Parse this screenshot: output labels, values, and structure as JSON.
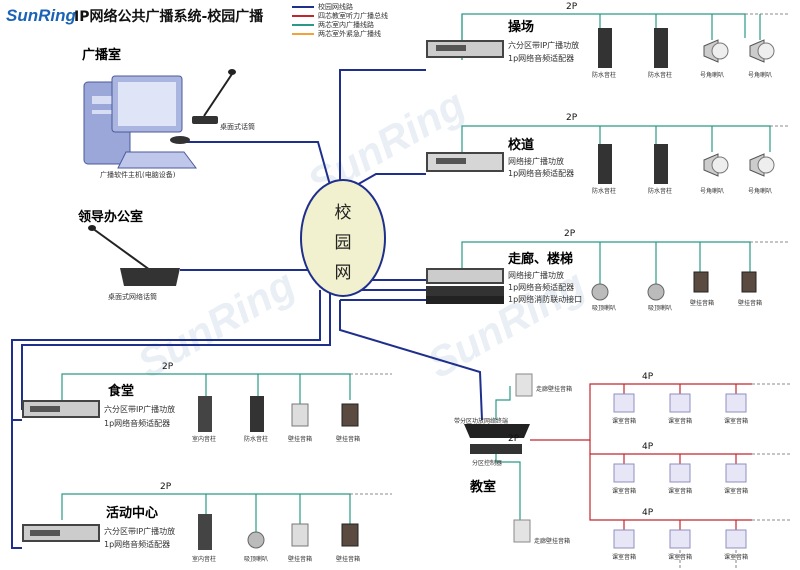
{
  "header": {
    "brand": "SunRing",
    "title": "IP网络公共广播系统-校园广播"
  },
  "legend": [
    {
      "label": "校园网线路",
      "color": "#1f2f8c"
    },
    {
      "label": "四芯教室听力广播总线",
      "color": "#c0272d"
    },
    {
      "label": "两芯室内广播线路",
      "color": "#2a9a86"
    },
    {
      "label": "两芯室外紧急广播线",
      "color": "#f2a23a"
    }
  ],
  "watermark": "SunRing",
  "network": {
    "label_chars": [
      "校",
      "园",
      "网"
    ]
  },
  "wire_labels": {
    "two_p": "2P",
    "four_p": "4P"
  },
  "broadcast_room": {
    "title": "广播室",
    "mic_label": "桌面式话筒",
    "pc_label": "广播软件主机(电脑设备)"
  },
  "leader_office": {
    "title": "领导办公室",
    "terminal_label": "桌面式网络话筒"
  },
  "playground": {
    "title": "操场",
    "device_lines": [
      "六分区带IP广播功放",
      "1p网络音频适配器"
    ],
    "speakers": [
      "防水音柱",
      "防水音柱",
      "号角喇叭",
      "号角喇叭"
    ]
  },
  "campus_road": {
    "title": "校道",
    "device_lines": [
      "网络接广播功放",
      "1p网络音频适配器"
    ],
    "speakers": [
      "防水音柱",
      "防水音柱",
      "号角喇叭",
      "号角喇叭"
    ]
  },
  "corridor": {
    "title": "走廊、楼梯",
    "device_lines": [
      "网络接广播功放",
      "1p网络音频适配器",
      "1p网络消防联动接口"
    ],
    "speakers": [
      "吸顶喇叭",
      "吸顶喇叭",
      "壁挂音箱",
      "壁挂音箱"
    ]
  },
  "canteen": {
    "title": "食堂",
    "device_lines": [
      "六分区带IP广播功放",
      "1p网络音频适配器"
    ],
    "speakers": [
      "室内音柱",
      "防水音柱",
      "壁挂音箱",
      "壁挂音箱"
    ]
  },
  "activity_center": {
    "title": "活动中心",
    "device_lines": [
      "六分区带IP广播功放",
      "1p网络音频适配器"
    ],
    "speakers": [
      "室内音柱",
      "吸顶喇叭",
      "壁挂音箱",
      "壁挂音箱"
    ]
  },
  "classroom": {
    "title": "教室",
    "switch_label": "带分区功放网络终端",
    "terminal_label": "分区控制器",
    "top_speaker": "走廊壁挂音箱",
    "bottom_speaker": "走廊壁挂音箱",
    "room_speaker": "课室音箱"
  }
}
